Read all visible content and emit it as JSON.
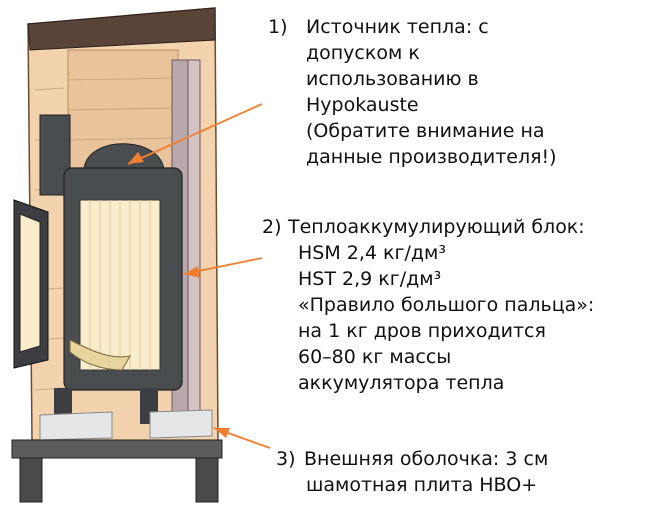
{
  "labels": {
    "heat_source": {
      "number": "1)",
      "lines": [
        "Источник тепла: с",
        "допуском к",
        "использованию в",
        "Hypokauste",
        "(Обратите внимание на",
        "данные производителя!)"
      ]
    },
    "accumulator": {
      "number": "2)",
      "title": "Теплоаккумулирующий блок:",
      "lines": [
        "HSM 2,4 кг/дм³",
        "HST 2,9 кг/дм³",
        "«Правило большого пальца»:",
        "на 1 кг дров приходится",
        "60–80 кг массы",
        "аккумулятора тепла"
      ]
    },
    "shell": {
      "number": "3)",
      "title": "Внешняя оболочка:  3 см",
      "lines": [
        "шамотная плита HBO+"
      ]
    }
  },
  "colors": {
    "arrow": "#f08030",
    "casing": "#f2d3ad",
    "brick": "#e8c39c",
    "firebox_metal": "#4a4d50",
    "firebox_inner": "#fbeccc",
    "roof": "#5a4438",
    "base": "#4a4a4a"
  }
}
